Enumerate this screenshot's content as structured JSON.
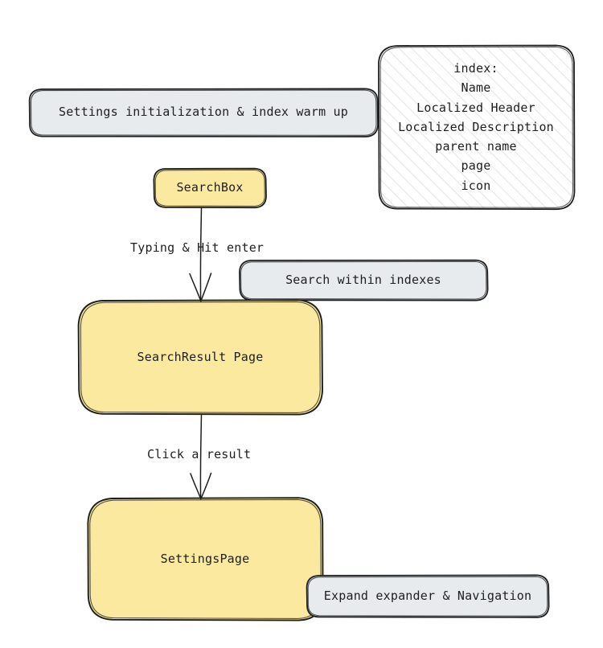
{
  "diagram": {
    "title": "Settings search flow",
    "background": "#ffffff",
    "palette": {
      "yellow_fill": "#fbe9a0",
      "yellow_stroke": "#1e1e1e",
      "gray_fill": "#e7ebee",
      "gray_stroke": "#1e1e1e",
      "hatch_fill": "#ffffff",
      "hatch_line": "#e4e4e4",
      "text": "#1e1e1e",
      "arrow": "#1e1e1e"
    },
    "nodes": [
      {
        "id": "settings-init",
        "label": "Settings initialization & index warm up",
        "style": "gray",
        "shape": "rounded-rect"
      },
      {
        "id": "index-schema",
        "label": "index:\nName\nLocalized Header\nLocalized Description\nparent name\npage\nicon",
        "style": "hatched",
        "shape": "rounded-rect"
      },
      {
        "id": "searchbox",
        "label": "SearchBox",
        "style": "yellow",
        "shape": "rounded-rect"
      },
      {
        "id": "search-indexes",
        "label": "Search within indexes",
        "style": "gray",
        "shape": "rounded-rect"
      },
      {
        "id": "searchresult-page",
        "label": "SearchResult Page",
        "style": "yellow",
        "shape": "rounded-rect"
      },
      {
        "id": "settings-page",
        "label": "SettingsPage",
        "style": "yellow",
        "shape": "rounded-rect"
      },
      {
        "id": "expand-navigation",
        "label": "Expand expander & Navigation",
        "style": "gray",
        "shape": "rounded-rect"
      }
    ],
    "edges": [
      {
        "id": "searchbox-to-searchresult",
        "from": "searchbox",
        "to": "searchresult-page",
        "label": "Typing & Hit enter",
        "arrowhead": "open"
      },
      {
        "id": "searchresult-to-settingspage",
        "from": "searchresult-page",
        "to": "settings-page",
        "label": "Click a result",
        "arrowhead": "open"
      }
    ]
  }
}
